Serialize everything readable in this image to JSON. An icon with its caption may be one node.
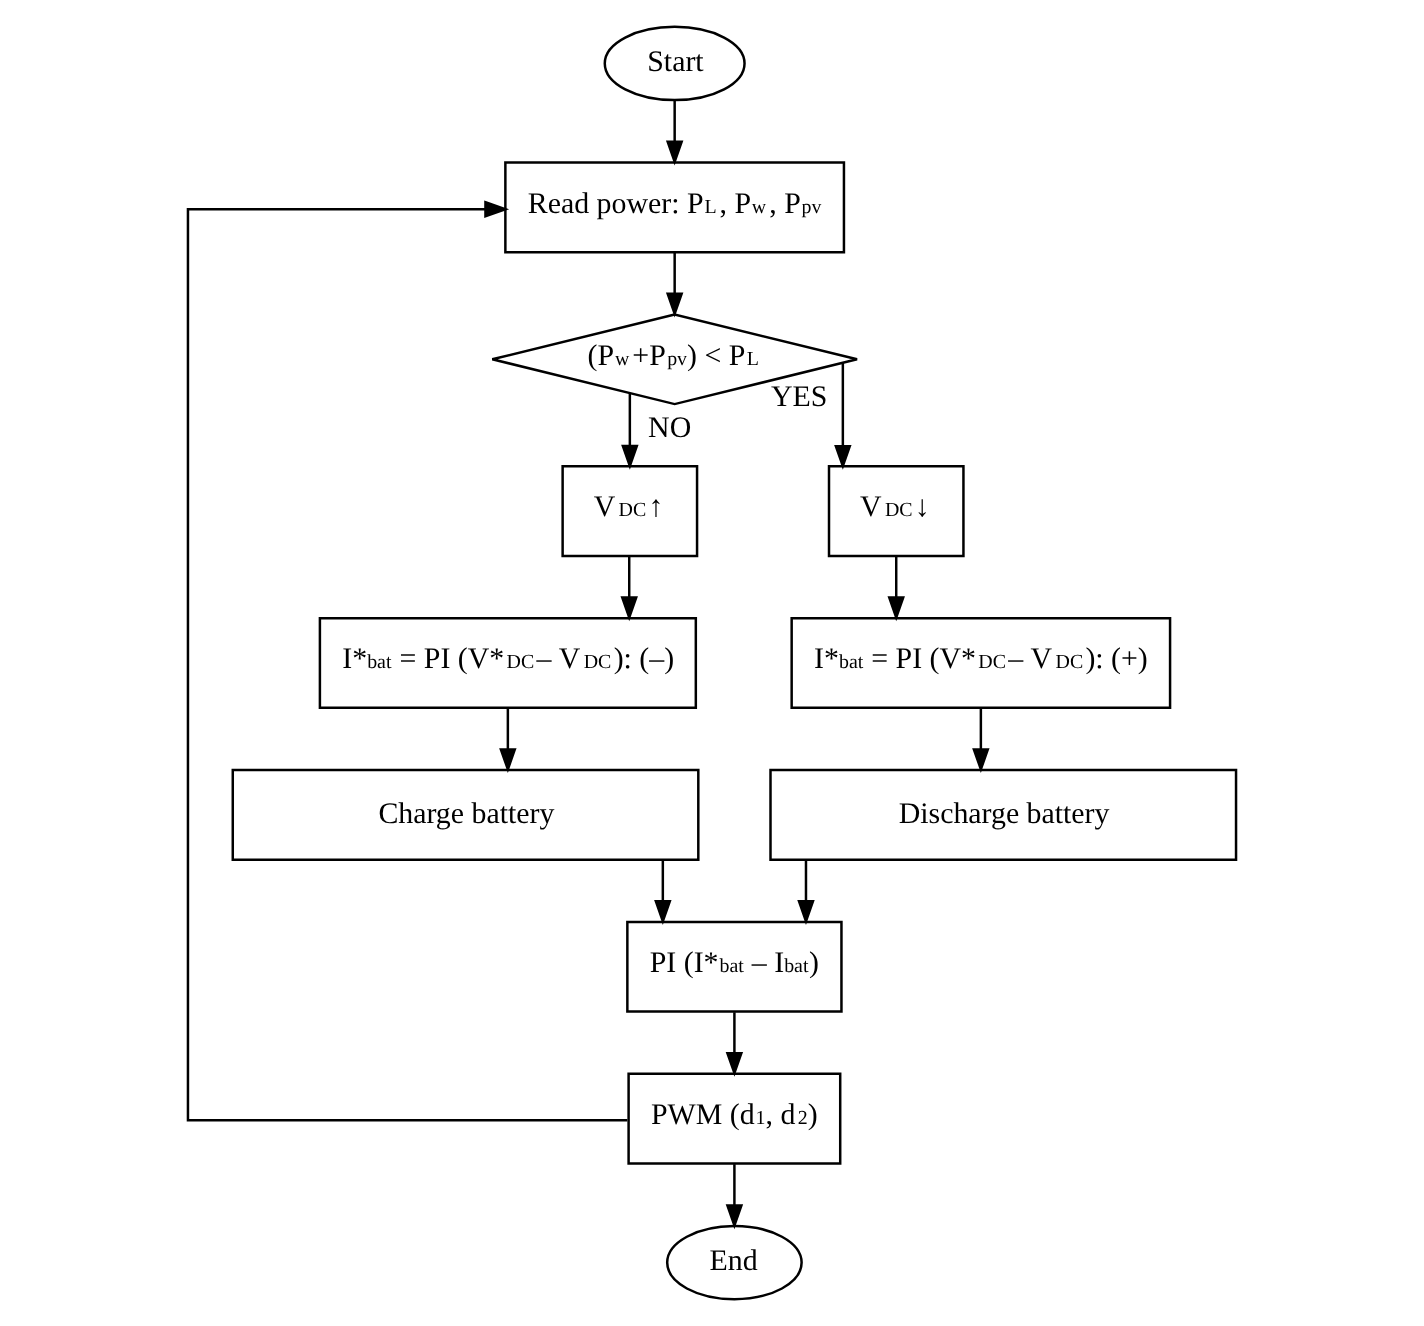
{
  "diagram": {
    "nodes": [
      {
        "text": [
          "Start"
        ]
      },
      {
        "text": [
          "Read power: P$_{L}$, P$_{w}$, P$_{pv}$"
        ]
      },
      {
        "text": [
          "(P$_{w}$+P$_{pv}$) < P$_{L}$"
        ]
      },
      {
        "text": [
          "V$_{DC}$↑"
        ]
      },
      {
        "text": [
          "V$_{DC}$↓"
        ]
      },
      {
        "text": [
          "I*$_{bat}$ = PI (V*$_{DC}$– V$_{DC}$): (–)"
        ]
      },
      {
        "text": [
          "I*$_{bat}$ = PI (V*$_{DC}$– V$_{DC}$): (+)"
        ]
      },
      {
        "text": [
          "Charge battery"
        ]
      },
      {
        "text": [
          "Discharge battery"
        ]
      },
      {
        "text": [
          "PI (I*$_{bat}$ – I$_{bat}$)"
        ]
      },
      {
        "text": [
          "PWM (d$_{1}$, d$_{2}$)"
        ]
      },
      {
        "text": [
          "End"
        ]
      }
    ],
    "edges": [
      {
        "from": 0,
        "to": 1,
        "arrow": "to"
      },
      {
        "from": 1,
        "to": 2,
        "arrow": "to"
      },
      {
        "from": 2,
        "to": 3,
        "arrow": "to",
        "label": "NO"
      },
      {
        "from": 2,
        "to": 4,
        "arrow": "to",
        "label": "YES"
      },
      {
        "from": 3,
        "to": 5,
        "arrow": "to"
      },
      {
        "from": 4,
        "to": 6,
        "arrow": "to"
      },
      {
        "from": 5,
        "to": 7,
        "arrow": "to"
      },
      {
        "from": 6,
        "to": 8,
        "arrow": "to"
      },
      {
        "from": 7,
        "to": 9,
        "arrow": "to"
      },
      {
        "from": 8,
        "to": 9,
        "arrow": "to"
      },
      {
        "from": 9,
        "to": 10,
        "arrow": "to"
      },
      {
        "from": 10,
        "to": 11,
        "arrow": "to"
      },
      {
        "from": 10,
        "to": 1,
        "arrow": "to"
      }
    ]
  }
}
